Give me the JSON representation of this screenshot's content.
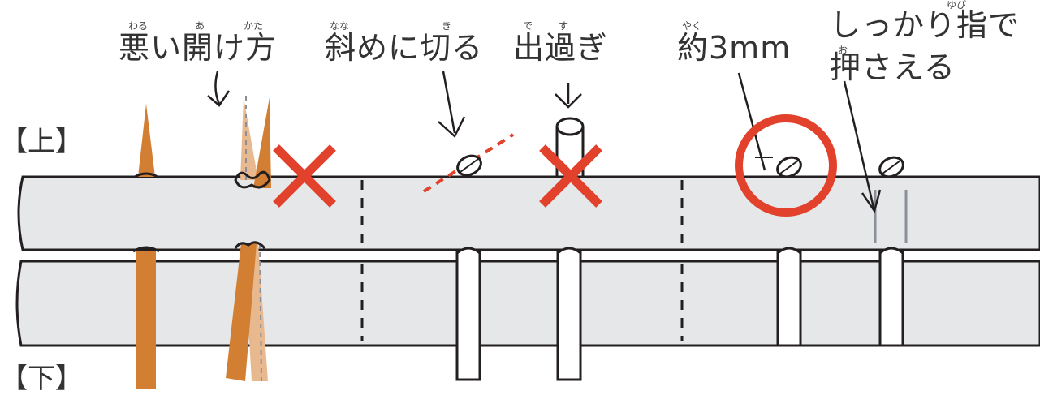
{
  "labels": {
    "upper": "【上】",
    "lower": "【下】",
    "bad_open": "悪い開け方",
    "diagonal_cut": "斜めに切る",
    "protrude": "出過ぎ",
    "approx": "約3mm",
    "press_line1": "しっかり指で",
    "press_line2": "押さえる"
  },
  "furigana": {
    "waru": "わる",
    "a": "あ",
    "kata": "かた",
    "naname": "なな",
    "ki": "き",
    "de": "で",
    "su": "す",
    "yaku": "やく",
    "yubi": "ゆび",
    "o": "お"
  },
  "colors": {
    "strip_fill": "#e6e7e8",
    "outline": "#231f20",
    "orange": "#d27f34",
    "orange_light": "#e8b98e",
    "red": "#e2412b",
    "text": "#333333"
  },
  "icons": {
    "wrong_mark": "cross-mark",
    "correct_mark": "circle-mark",
    "pointer": "arrow-down"
  }
}
